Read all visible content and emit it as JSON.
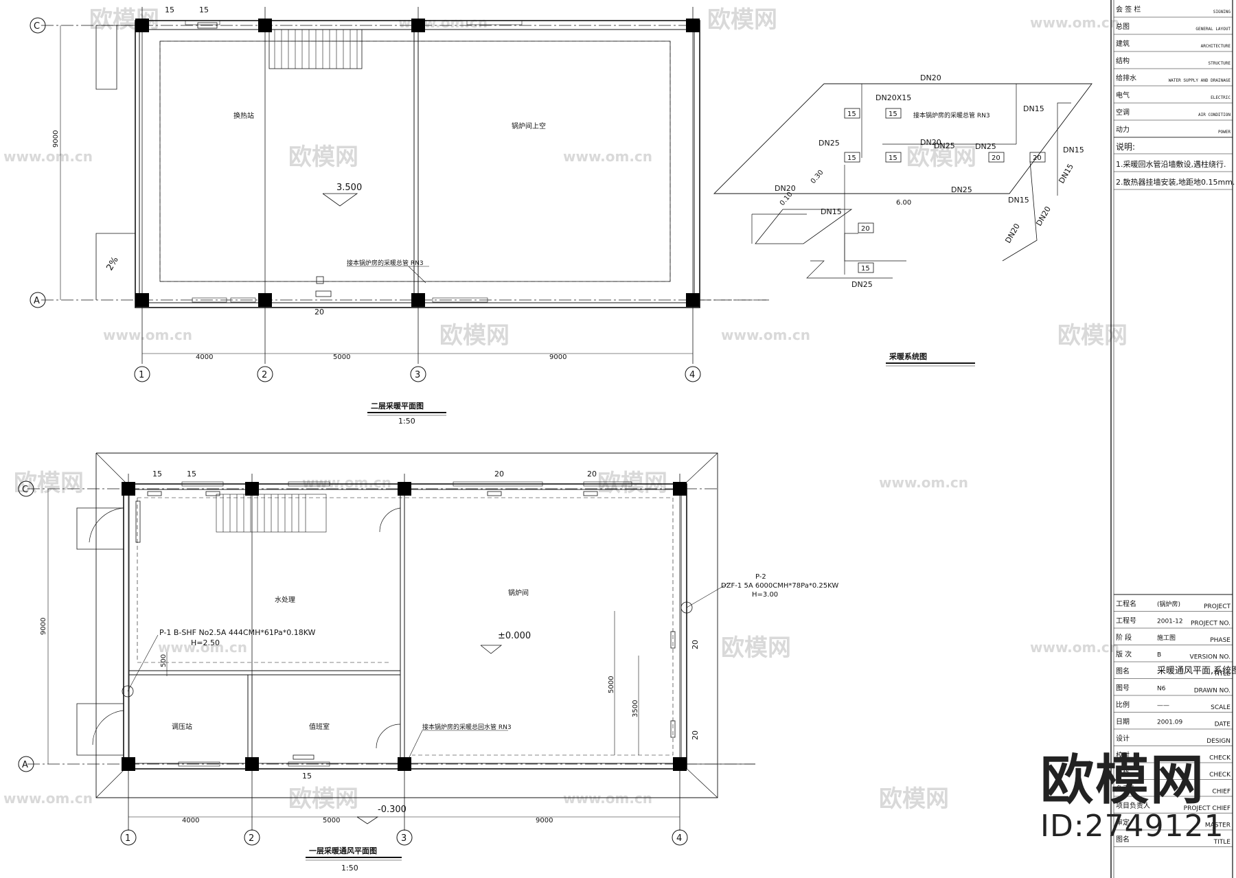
{
  "watermark": {
    "site": "www.om.cn",
    "brand": "欧模网",
    "id_label": "ID:2749121"
  },
  "upper_plan": {
    "title": "二层采暖平面图",
    "scale": "1:50",
    "axes_letters": [
      "C",
      "A"
    ],
    "axes_numbers": [
      "1",
      "2",
      "3",
      "4"
    ],
    "dims_bottom": [
      "4000",
      "5000",
      "9000"
    ],
    "dim_side": "9000",
    "rooms": [
      "换热站",
      "锅炉间上空"
    ],
    "level": "3.500",
    "slope": "2%",
    "radiators": [
      "15",
      "15",
      "20"
    ],
    "note_pipe": "接本锅炉房的采暖总管 RN3"
  },
  "system": {
    "title": "采暖系统图",
    "labels": [
      "DN20",
      "DN20X15",
      "DN15",
      "DN25",
      "DN25",
      "DN20",
      "DN25",
      "DN15",
      "DN20",
      "DN15",
      "DN15",
      "DN20",
      "DN25",
      "DN25",
      "DN15",
      "DN20"
    ],
    "elevations": [
      "0.30",
      "0.10",
      "6.00"
    ],
    "note_pipe": "接本锅炉房的采暖总管 RN3",
    "radiators": [
      "15",
      "15",
      "15",
      "15",
      "20",
      "20",
      "20",
      "15"
    ]
  },
  "lower_plan": {
    "title": "一层采暖通风平面图",
    "scale": "1:50",
    "axes_letters": [
      "C",
      "A"
    ],
    "axes_numbers": [
      "1",
      "2",
      "3",
      "4"
    ],
    "dims_bottom": [
      "4000",
      "5000",
      "9000"
    ],
    "dim_side": "9000",
    "rooms": [
      "水处理",
      "锅炉间",
      "调压站",
      "值班室"
    ],
    "level_main": "±0.000",
    "level_out": "-0.300",
    "radiators_top": [
      "15",
      "15",
      "20",
      "20"
    ],
    "radiator_bottom": "15",
    "radiators_right": [
      "20",
      "20"
    ],
    "fan_p1": "P-1 B-SHF No2.5A 444CMH*61Pa*0.18KW",
    "fan_p1_h": "H=2.50",
    "fan_p2_name": "P-2",
    "fan_p2": "DZF-1 5A 6000CMH*78Pa*0.25KW",
    "fan_p2_h": "H=3.00",
    "dims_inner": [
      "500",
      "5000",
      "3500"
    ],
    "note_pipe": "接本锅炉房的采暖总回水管 RN3"
  },
  "signing": [
    {
      "cn": "会 签 栏",
      "en": "SIGNING"
    },
    {
      "cn": "总图",
      "en": "GENERAL LAYOUT"
    },
    {
      "cn": "建筑",
      "en": "ARCHITECTURE"
    },
    {
      "cn": "结构",
      "en": "STRUCTURE"
    },
    {
      "cn": "给排水",
      "en": "WATER SUPPLY AND DRAINAGE"
    },
    {
      "cn": "电气",
      "en": "ELECTRIC"
    },
    {
      "cn": "空调",
      "en": "AIR CONDITION"
    },
    {
      "cn": "动力",
      "en": "POWER"
    }
  ],
  "notes": {
    "head": "说明:",
    "items": [
      "1.采暖回水管沿墙敷设,遇柱绕行.",
      "2.散热器挂墙安装,地距地0.15mm."
    ]
  },
  "title_block": [
    {
      "cn": "工程名",
      "val": "(锅炉房)",
      "en": "PROJECT"
    },
    {
      "cn": "工程号",
      "val": "2001-12",
      "en": "PROJECT NO."
    },
    {
      "cn": "阶  段",
      "val": "施工图",
      "en": "PHASE"
    },
    {
      "cn": "版 次",
      "val": "B",
      "en": "VERSION NO."
    },
    {
      "cn": "图名",
      "val": "采暖通风平面,系统图",
      "en": "TITLE"
    },
    {
      "cn": "图号",
      "val": "N6",
      "en": "DRAWN NO."
    },
    {
      "cn": "比例",
      "val": "——",
      "en": "SCALE"
    },
    {
      "cn": "日期",
      "val": "2001.09",
      "en": "DATE"
    },
    {
      "cn": "设计",
      "val": "",
      "en": "DESIGN"
    },
    {
      "cn": "校对",
      "val": "",
      "en": "CHECK"
    },
    {
      "cn": "审核",
      "val": "",
      "en": "CHECK"
    },
    {
      "cn": "负责人",
      "val": "",
      "en": "CHIEF"
    },
    {
      "cn": "项目负责人",
      "val": "",
      "en": "PROJECT CHIEF"
    },
    {
      "cn": "审定",
      "val": "",
      "en": "MASTER"
    },
    {
      "cn": "图名",
      "val": "",
      "en": "TITLE"
    }
  ]
}
